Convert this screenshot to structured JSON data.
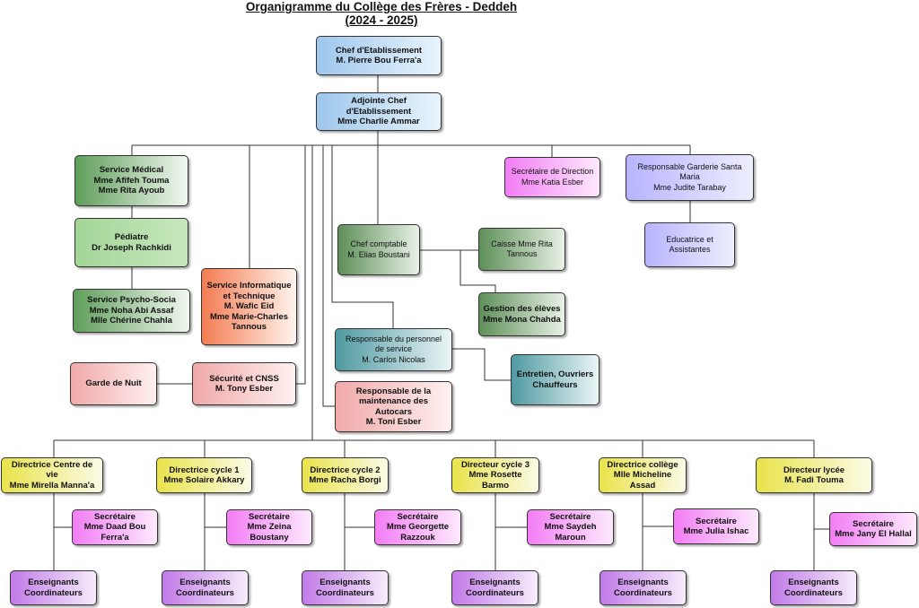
{
  "title": {
    "line1": "Organigramme du Collège des Frères - Deddeh ",
    "line2": "(2024 - 2025)"
  },
  "colors": {
    "line": "#333333"
  },
  "boxes": {
    "chef": [
      "Chef d'Etablissement",
      "M. Pierre Bou Ferra'a"
    ],
    "adjointe": [
      "Adjointe Chef",
      "d'Etablissement",
      "Mme Charlie Ammar"
    ],
    "medical": [
      "Service Médical",
      "Mme Afifeh Touma",
      "Mme Rita Ayoub"
    ],
    "pediatre": [
      "Pédiatre",
      "Dr Joseph Rachkidi"
    ],
    "psycho": [
      "Service Psycho-Socia",
      "Mme Noha Abi Assaf",
      "Mlle Chérine Chahla"
    ],
    "informatique": [
      "Service Informatique",
      "et Technique",
      "M. Wafic Eid",
      "Mme Marie-Charles",
      "Tannous"
    ],
    "garde": [
      "Garde de Nuit"
    ],
    "securite": [
      "Sécurité et CNSS",
      "M. Tony Esber"
    ],
    "comptable": [
      "Chef comptable",
      "M. Elias Boustani"
    ],
    "caisse": [
      "Caisse Mme Rita",
      "Tannous"
    ],
    "gestion": [
      "Gestion des élèves",
      "Mme Mona Chahda"
    ],
    "personnel": [
      "Responsable du personnel",
      "de service",
      "M. Carlos Nicolas"
    ],
    "entretien": [
      "Entretien, Ouvriers",
      "Chauffeurs"
    ],
    "autocars": [
      "Responsable de la",
      "maintenance des",
      "Autocars",
      "M. Toni Esber"
    ],
    "secretaire_direction": [
      "Secrétaire de Direction",
      "Mme Katia Esber"
    ],
    "garderie": [
      "Responsable Garderie Santa",
      "Maria",
      "Mme Judite Tarabay"
    ],
    "educatrice": [
      "Educatrice et",
      "Assistantes"
    ],
    "dir_vie": [
      "Directrice Centre de vie",
      "Mme Mirella Manna'a"
    ],
    "dir_c1": [
      "Directrice cycle 1",
      "Mme Solaire Akkary"
    ],
    "dir_c2": [
      "Directrice cycle 2",
      "Mme Racha Borgi"
    ],
    "dir_c3": [
      "Directeur cycle 3",
      "Mme Rosette Barmo"
    ],
    "dir_college": [
      "Directrice collège",
      "Mlle Micheline",
      "Assad"
    ],
    "dir_lycee": [
      "Directeur lycée",
      "M. Fadi Touma"
    ],
    "sec_vie": [
      "Secrétaire",
      "Mme Daad Bou",
      "Ferra'a"
    ],
    "sec_c1": [
      "Secrétaire",
      "Mme Zeina",
      "Boustany"
    ],
    "sec_c2": [
      "Secrétaire",
      "Mme Georgette",
      "Razzouk"
    ],
    "sec_c3": [
      "Secrétaire",
      "Mme Saydeh",
      "Maroun"
    ],
    "sec_college": [
      "Secrétaire",
      "Mme Julia Ishac"
    ],
    "sec_lycee": [
      "Secrétaire",
      "Mme Jany El Hallal"
    ],
    "ens_vie": [
      "Enseignants",
      "Coordinateurs"
    ],
    "ens_c1": [
      "Enseignants",
      "Coordinateurs"
    ],
    "ens_c2": [
      "Enseignants",
      "Coordinateurs"
    ],
    "ens_c3": [
      "Enseignants",
      "Coordinateurs"
    ],
    "ens_college": [
      "Enseignants",
      "Coordinateurs"
    ],
    "ens_lycee": [
      "Enseignants",
      "Coordinateurs"
    ]
  }
}
